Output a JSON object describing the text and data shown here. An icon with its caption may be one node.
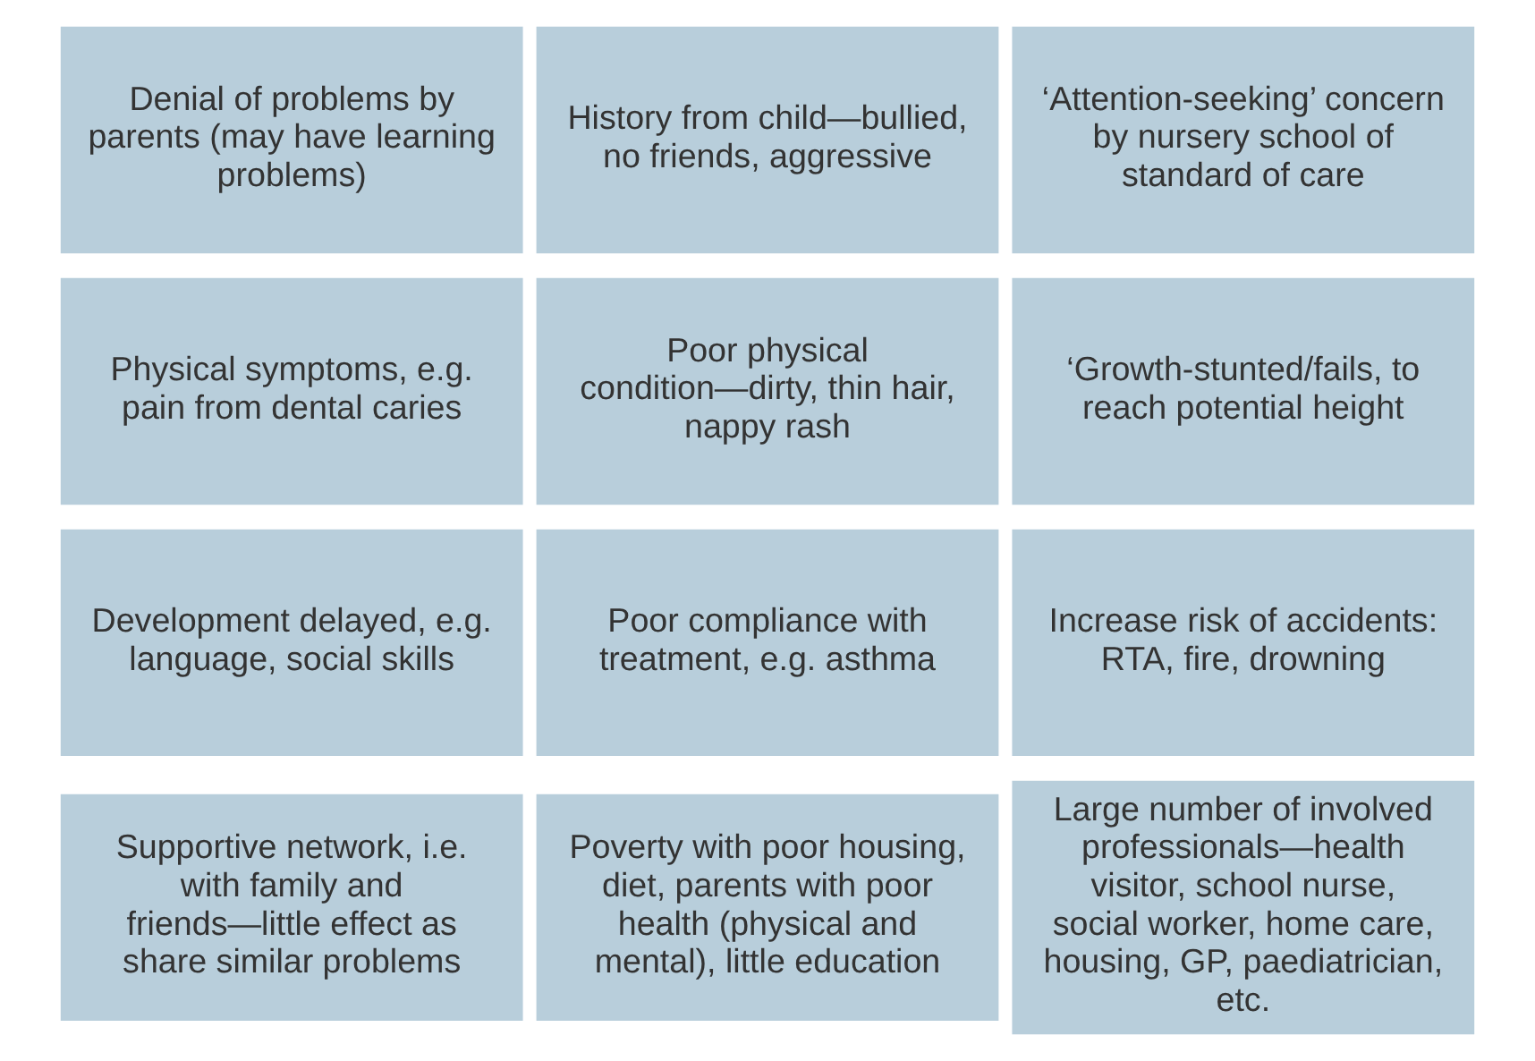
{
  "diagram": {
    "nodes": [
      {
        "text": [
          "Denial of problems by parents (may have learning problems)"
        ]
      },
      {
        "text": [
          "History from child—bullied, no friends, aggressive"
        ]
      },
      {
        "text": [
          "‘Attention-seeking’ concern by nursery school of standard of care"
        ]
      },
      {
        "text": [
          "Physical symptoms, e.g. pain from dental caries"
        ]
      },
      {
        "text": [
          "Poor physical condition—dirty, thin hair, nappy rash"
        ]
      },
      {
        "text": [
          "‘Growth-stunted/fails, to reach potential height"
        ]
      },
      {
        "text": [
          "Development delayed, e.g. language, social skills"
        ]
      },
      {
        "text": [
          "Poor compliance with treatment, e.g. asthma"
        ]
      },
      {
        "text": [
          "Increase risk of accidents: RTA, fire, drowning"
        ]
      },
      {
        "text": [
          "Supportive network, i.e. with family and friends—little effect as share similar problems"
        ]
      },
      {
        "text": [
          "Poverty with poor housing, diet, parents with poor health (physical and mental), little education"
        ]
      },
      {
        "text": [
          "Large number of involved professionals—health visitor, school nurse, social worker, home care, housing, GP, paediatrician, etc."
        ]
      }
    ]
  }
}
